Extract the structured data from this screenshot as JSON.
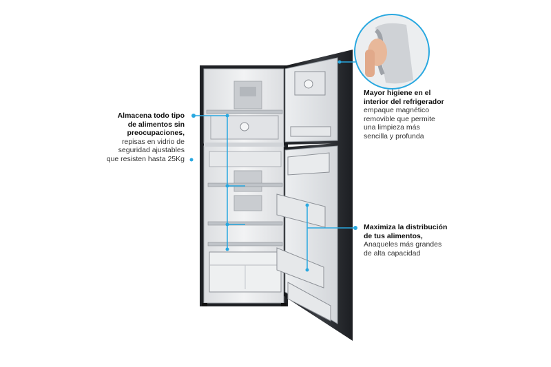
{
  "callouts": {
    "left": {
      "title": "Almacena todo tipo\nde alimentos sin\npreocupaciones,",
      "body": "repisas en vidrio de\nseguridad ajustables\nque resisten hasta 25Kg"
    },
    "top_right": {
      "title": "Mayor higiene en el\ninterior del refrigerador",
      "body": "empaque magnético\nremovible que permite\nuna limpieza más\nsencilla y profunda"
    },
    "mid_right": {
      "title": "Maximiza la distribución\nde tus alimentos,",
      "body": "Anaqueles más grandes\nde alta capacidad"
    }
  },
  "colors": {
    "accent": "#29a8e0",
    "cabinet_dark": "#222428",
    "interior": "#e9eaec"
  }
}
